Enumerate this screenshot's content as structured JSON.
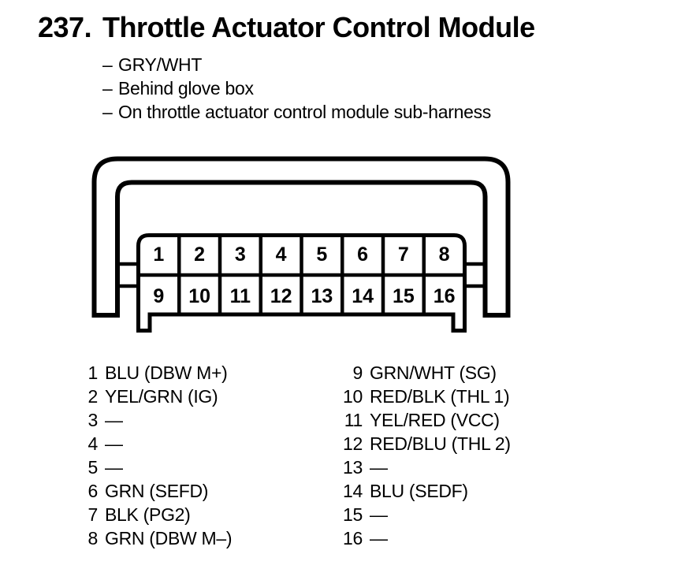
{
  "page": {
    "paper_color": "#ffffff",
    "ink_color": "#000000"
  },
  "title": {
    "number": "237.",
    "text": "Throttle Actuator Control Module"
  },
  "notes": {
    "marker": "–",
    "items": [
      "GRY/WHT",
      "Behind glove box",
      "On throttle actuator control module sub-harness"
    ]
  },
  "connector": {
    "description": "16-pin connector, front view",
    "pins_row_top": [
      "1",
      "2",
      "3",
      "4",
      "5",
      "6",
      "7",
      "8"
    ],
    "pins_row_bottom": [
      "9",
      "10",
      "11",
      "12",
      "13",
      "14",
      "15",
      "16"
    ]
  },
  "legend": {
    "left": [
      {
        "pin": "1",
        "label": "BLU (DBW M+)"
      },
      {
        "pin": "2",
        "label": "YEL/GRN (IG)"
      },
      {
        "pin": "3",
        "label": "—"
      },
      {
        "pin": "4",
        "label": "—"
      },
      {
        "pin": "5",
        "label": "—"
      },
      {
        "pin": "6",
        "label": "GRN (SEFD)"
      },
      {
        "pin": "7",
        "label": "BLK (PG2)"
      },
      {
        "pin": "8",
        "label": "GRN (DBW M–)"
      }
    ],
    "right": [
      {
        "pin": "9",
        "label": "GRN/WHT (SG)"
      },
      {
        "pin": "10",
        "label": "RED/BLK (THL 1)"
      },
      {
        "pin": "11",
        "label": "YEL/RED (VCC)"
      },
      {
        "pin": "12",
        "label": "RED/BLU (THL 2)"
      },
      {
        "pin": "13",
        "label": "—"
      },
      {
        "pin": "14",
        "label": "BLU (SEDF)"
      },
      {
        "pin": "15",
        "label": "—"
      },
      {
        "pin": "16",
        "label": "—"
      }
    ]
  }
}
